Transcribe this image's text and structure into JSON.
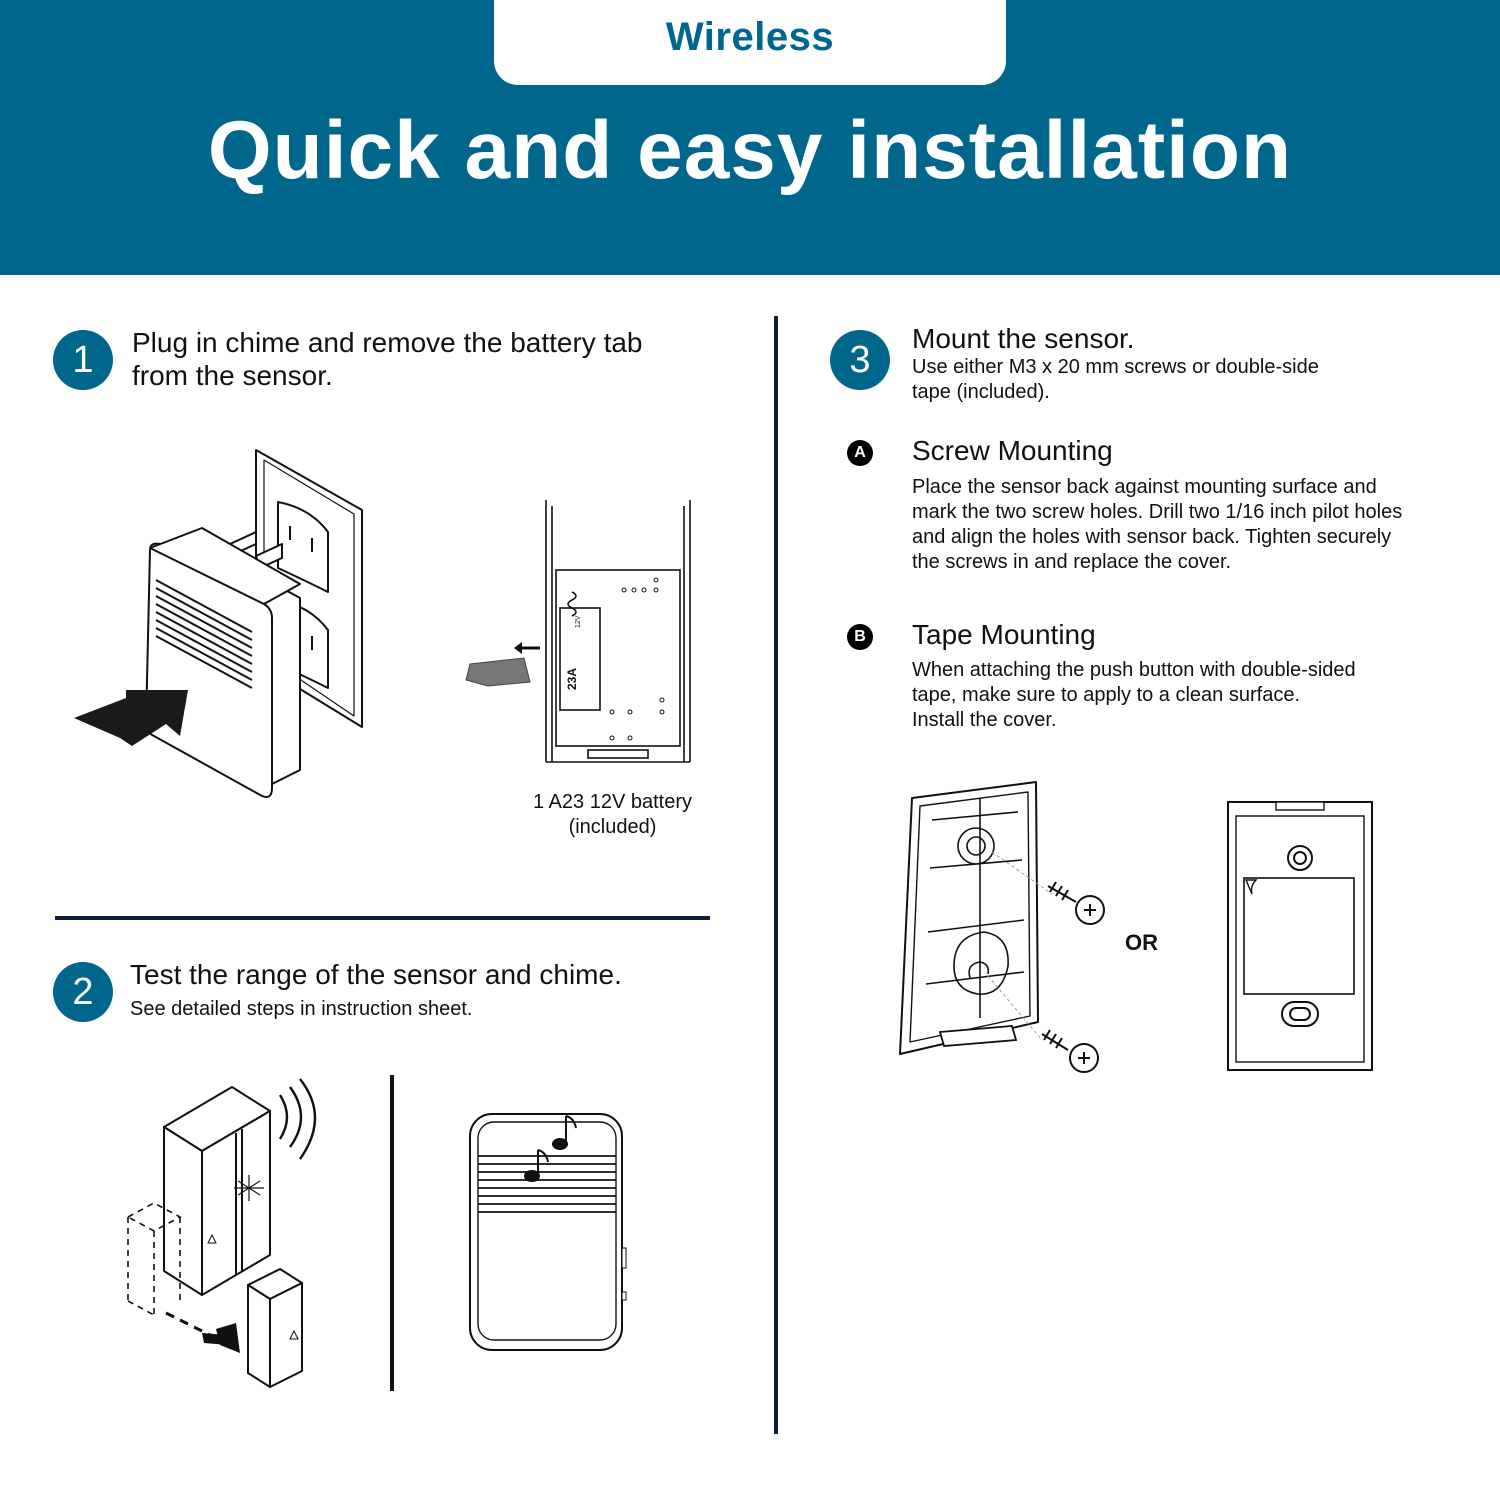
{
  "header": {
    "tag": "Wireless",
    "title": "Quick and easy installation"
  },
  "colors": {
    "brand_blue": "#00668c",
    "divider_navy": "#0e1e35"
  },
  "steps": [
    {
      "number": "1",
      "title_line1": "Plug in chime and remove the battery tab",
      "title_line2": "from the sensor.",
      "caption_line1": "1 A23 12V battery",
      "caption_line2": "(included)",
      "battery_label": "23A",
      "battery_volt": "12V"
    },
    {
      "number": "2",
      "title": "Test the range of the sensor and chime.",
      "subtitle": "See detailed steps in instruction sheet."
    },
    {
      "number": "3",
      "title": "Mount the sensor.",
      "subtitle_line1": "Use either M3 x 20 mm screws or double-side",
      "subtitle_line2": "tape (included).",
      "options": [
        {
          "badge": "A",
          "title": "Screw Mounting",
          "lines": [
            "Place the sensor back against mounting surface and",
            "mark the two screw holes. Drill two 1/16 inch pilot holes",
            "and align the holes with sensor back. Tighten securely",
            "the screws in and replace the cover."
          ]
        },
        {
          "badge": "B",
          "title": "Tape Mounting",
          "lines": [
            "When attaching the push button with double-sided",
            "tape, make sure to apply to a clean surface.",
            "Install the cover."
          ]
        }
      ],
      "or_label": "OR"
    }
  ],
  "icons": [
    "plug-in-chime-illustration",
    "battery-compartment-illustration",
    "door-sensor-illustration",
    "chime-speaker-illustration",
    "screw-mount-illustration",
    "tape-mount-illustration",
    "screw-icon",
    "music-note-icon",
    "arrow-icon"
  ]
}
